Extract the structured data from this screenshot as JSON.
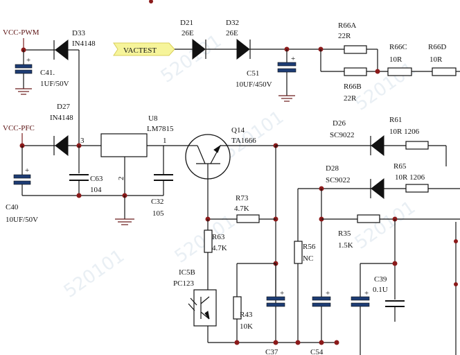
{
  "nets": {
    "vcc_pwm": "VCC-PWM",
    "vcc_pfc": "VCC-PFC",
    "vactest": "VACTEST"
  },
  "components": {
    "d33": {
      "ref": "D33",
      "value": "IN4148"
    },
    "d27": {
      "ref": "D27",
      "value": "IN4148"
    },
    "d21": {
      "ref": "D21",
      "value": "26E"
    },
    "d32": {
      "ref": "D32",
      "value": "26E"
    },
    "d26": {
      "ref": "D26",
      "value": "SC9022"
    },
    "d28": {
      "ref": "D28",
      "value": "SC9022"
    },
    "c41": {
      "ref": "C41.",
      "value": "1UF/50V"
    },
    "c40": {
      "ref": "C40",
      "value": "10UF/50V"
    },
    "c63": {
      "ref": "C63",
      "value": "104"
    },
    "c32": {
      "ref": "C32",
      "value": "105"
    },
    "c51": {
      "ref": "C51",
      "value": "10UF/450V"
    },
    "c37": {
      "ref": "C37"
    },
    "c54": {
      "ref": "C54"
    },
    "c39": {
      "ref": "C39",
      "value": "0.1U"
    },
    "u8": {
      "ref": "U8",
      "value": "LM7815",
      "pin_in": "3",
      "pin_out": "1",
      "pin_gnd": "2"
    },
    "q14": {
      "ref": "Q14",
      "value": "TA1666"
    },
    "r66a": {
      "ref": "R66A",
      "value": "22R"
    },
    "r66b": {
      "ref": "R66B",
      "value": "22R"
    },
    "r66c": {
      "ref": "R66C",
      "value": "10R"
    },
    "r66d": {
      "ref": "R66D",
      "value": "10R"
    },
    "r61": {
      "ref": "R61",
      "value": "10R 1206"
    },
    "r65": {
      "ref": "R65",
      "value": "10R 1206"
    },
    "r73": {
      "ref": "R73",
      "value": "4.7K"
    },
    "r63": {
      "ref": "R63",
      "value": "4.7K"
    },
    "r43": {
      "ref": "R43",
      "value": "10K"
    },
    "r56": {
      "ref": "R56",
      "value": "NC"
    },
    "r35": {
      "ref": "R35",
      "value": "1.5K"
    },
    "ic5b": {
      "ref": "IC5B",
      "value": "PC123"
    }
  },
  "colors": {
    "wire": "#111111",
    "net_label_wire": "#7a1e1e",
    "junction": "#8b1a1a",
    "cap_body": "#1d3c74",
    "vactest_fill": "#f6f49a"
  }
}
